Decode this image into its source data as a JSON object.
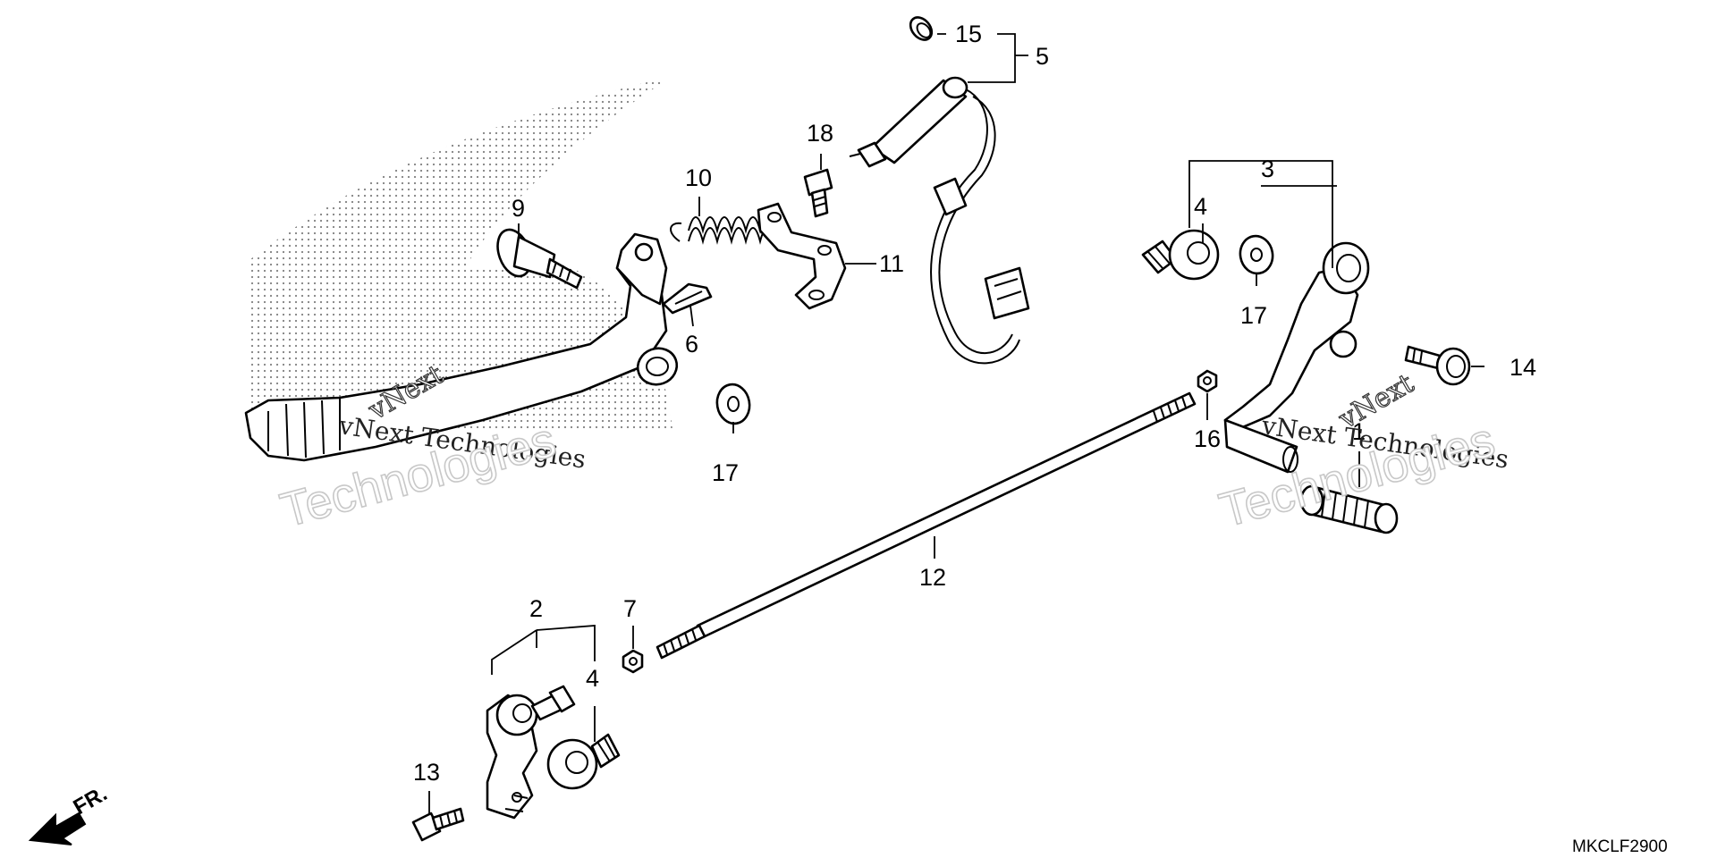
{
  "diagram": {
    "code": "MKCLF2900",
    "front_marker": "FR.",
    "callouts": [
      "1",
      "2",
      "3",
      "4",
      "4",
      "5",
      "6",
      "7",
      "9",
      "10",
      "11",
      "12",
      "13",
      "14",
      "15",
      "16",
      "17",
      "17",
      "18"
    ],
    "watermark": {
      "brand": "vNext",
      "word": "Technologies",
      "line": "vNext Technologies"
    }
  }
}
